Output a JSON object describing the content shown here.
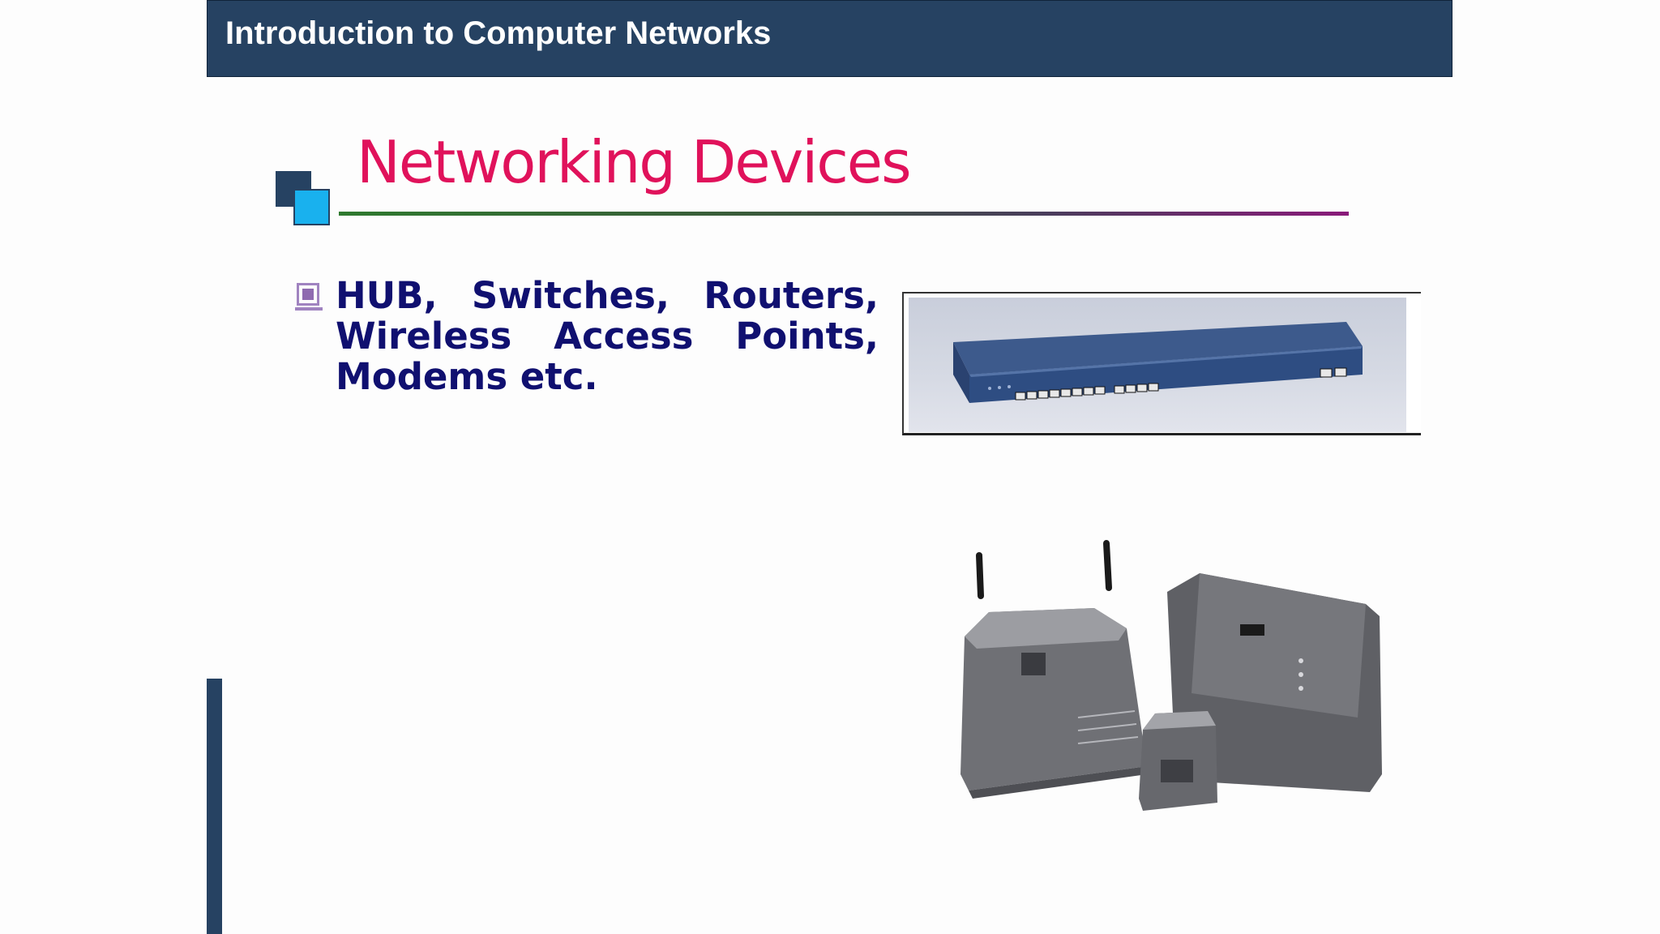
{
  "header": {
    "title": "Introduction to Computer Networks"
  },
  "slide": {
    "title": "Networking Devices",
    "bullets": [
      {
        "text": "HUB, Switches, Routers, Wireless Access Points, Modems etc."
      }
    ]
  },
  "images": [
    {
      "subject": "rack-mounted network switch"
    },
    {
      "subject": "wireless access points and modem"
    }
  ],
  "colors": {
    "header_bg": "#264262",
    "title": "#e0125b",
    "bullet_text": "#101070",
    "accent_cyan": "#19b1ee"
  }
}
